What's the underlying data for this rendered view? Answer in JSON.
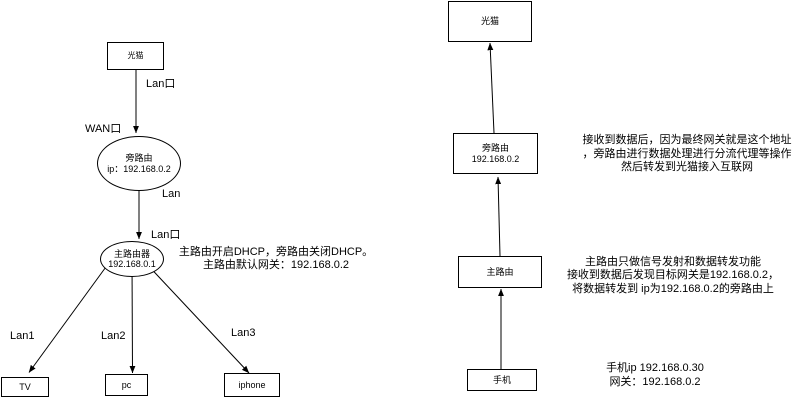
{
  "colors": {
    "background": "#ffffff",
    "stroke": "#000000",
    "text": "#000000"
  },
  "left_diagram": {
    "modem_label": "光猫",
    "modem_lan_port_label": "Lan口",
    "wan_port_label": "WAN口",
    "side_router": {
      "name": "旁路由",
      "ip": "ip：192.168.0.2"
    },
    "side_router_lan_label": "Lan",
    "main_router_lan_port_label": "Lan口",
    "main_router": {
      "name": "主路由器",
      "ip": "192.168.0.1"
    },
    "dhcp_note": {
      "line1": "主路由开启DHCP，旁路由关闭DHCP。",
      "line2": "主路由默认网关：192.168.0.2"
    },
    "lan1_label": "Lan1",
    "lan2_label": "Lan2",
    "lan3_label": "Lan3",
    "tv_label": "TV",
    "pc_label": "pc",
    "iphone_label": "iphone"
  },
  "right_diagram": {
    "modem_label": "光猫",
    "side_router": {
      "name": "旁路由",
      "ip": "192.168.0.2"
    },
    "main_router_label": "主路由",
    "phone_label": "手机",
    "side_router_note": {
      "line1": "接收到数据后，因为最终网关就是这个地址",
      "line2": "，旁路由进行数据处理进行分流代理等操作",
      "line3": "然后转发到光猫接入互联网"
    },
    "main_router_note": {
      "line1": "主路由只做信号发射和数据转发功能",
      "line2": "接收到数据后发现目标网关是192.168.0.2，",
      "line3": "将数据转发到 ip为192.168.0.2的旁路由上"
    },
    "phone_note": {
      "line1": "手机ip 192.168.0.30",
      "line2": "网关：192.168.0.2"
    }
  }
}
